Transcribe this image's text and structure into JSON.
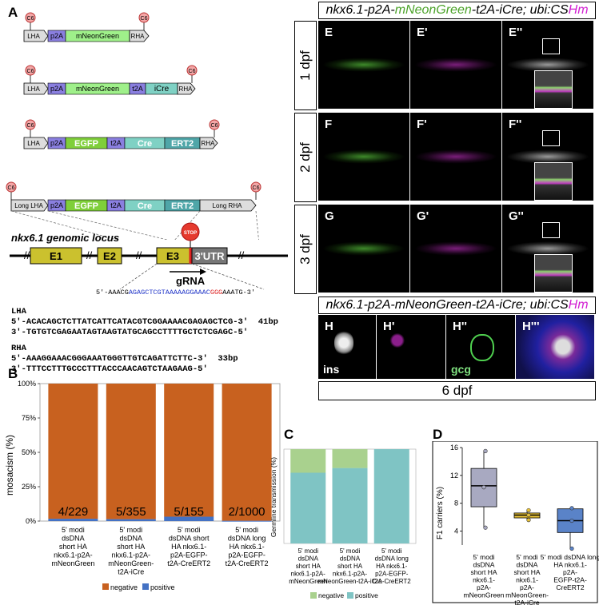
{
  "panels": {
    "A": "A",
    "B": "B",
    "C": "C",
    "D": "D"
  },
  "constructs": [
    {
      "segments": [
        "LHA",
        "p2A",
        "mNeonGreen",
        "RHA"
      ]
    },
    {
      "segments": [
        "LHA",
        "p2A",
        "mNeonGreen",
        "t2A",
        "iCre",
        "RHA"
      ]
    },
    {
      "segments": [
        "LHA",
        "p2A",
        "EGFP",
        "t2A",
        "Cre",
        "ERT2",
        "RHA"
      ]
    },
    {
      "segments": [
        "Long LHA",
        "p2A",
        "EGFP",
        "t2A",
        "Cre",
        "ERT2",
        "Long RHA"
      ]
    }
  ],
  "cap_label": "C6",
  "locus": {
    "title": "nkx6.1 genomic locus",
    "exons": [
      "E1",
      "E2",
      "E3",
      "3'UTR"
    ],
    "stop": "STOP",
    "grna": "gRNA",
    "seq_prefix": "5'-AAACG",
    "seq_blue": "AGAGCTCGTAAAAAGGAAAC",
    "seq_red": "GGG",
    "seq_suffix": "AAATG-3'"
  },
  "arms": {
    "lha_title": "LHA",
    "lha_line1": "5'-ACACAGCTCTTATCATTCATACGTCGGAAAACGAGAGCTCG-3'  41bp",
    "lha_line2": "3'-TGTGTCGAGAATAGTAAGTATGCAGCCTTTTGCTCTCGAGC-5'",
    "rha_title": "RHA",
    "rha_line1": "5'-AAAGGAAACGGGAAATGGGTTGTCAGATTCTTC-3'  33bp",
    "rha_line2": "3'-TTTCCTTTGCCCTTTACCCAACAGTCTAAGAAG-5'"
  },
  "imaging": {
    "title_top_pre": "nkx6.1-p2A-",
    "title_top_green": "mNeonGreen",
    "title_top_mid": "-t2A-iCre; ubi:CS",
    "title_top_mag": "Hm",
    "rows": [
      "1 dpf",
      "2 dpf",
      "3 dpf"
    ],
    "cols": [
      [
        "E",
        "E'",
        "E''"
      ],
      [
        "F",
        "F'",
        "F''"
      ],
      [
        "G",
        "G'",
        "G''"
      ]
    ],
    "title_bottom_pre": "nkx6.1-p2A-mNeonGreen-t2A-iCre; ubi:CS",
    "title_bottom_mag": "Hm",
    "h_labels": [
      "H",
      "H'",
      "H''",
      "H'''"
    ],
    "ins": "ins",
    "gcg": "gcg",
    "stage": "6 dpf"
  },
  "colors": {
    "orange": "#C8611F",
    "blue": "#4472C4",
    "lightgreen": "#A9D18E",
    "teal": "#7FC4C4",
    "grey": "#A8A9C1",
    "yellow": "#E7C23A",
    "boxblue": "#5A83C8"
  },
  "chart_data": [
    {
      "type": "bar",
      "stacked": true,
      "categories": [
        "5' modi dsDNA short HA nkx6.1-p2A-mNeonGreen",
        "5' modi dsDNA short HA nkx6.1-p2A-mNeonGreen-t2A-iCre",
        "5' modi dsDNA short HA nkx6.1-p2A-EGFP-t2A-CreERT2",
        "5' modi dsDNA long HA nkx6.1-p2A-EGFP-t2A-CreERT2"
      ],
      "cat_lines": [
        [
          "5' modi",
          "dsDNA",
          "short HA",
          "nkx6.1-p2A-",
          "mNeonGreen"
        ],
        [
          "5' modi",
          "dsDNA",
          "short HA",
          "nkx6.1-p2A-",
          "mNeonGreen-",
          "t2A-iCre"
        ],
        [
          "5' modi",
          "dsDNA short",
          "HA nkx6.1-",
          "p2A-EGFP-",
          "t2A-CreERT2"
        ],
        [
          "5' modi",
          "dsDNA long",
          "HA nkx6.1-",
          "p2A-EGFP-",
          "t2A-CreERT2"
        ]
      ],
      "series": [
        {
          "name": "negative",
          "values": [
            98.3,
            98.6,
            96.8,
            99.8
          ]
        },
        {
          "name": "positive",
          "values": [
            1.7,
            1.4,
            3.2,
            0.2
          ]
        }
      ],
      "bar_labels": [
        "4/229",
        "5/355",
        "5/155",
        "2/1000"
      ],
      "ylabel": "mosacism (%)",
      "yticks": [
        "0%",
        "25%",
        "50%",
        "75%",
        "100%"
      ],
      "ylim": [
        0,
        100
      ]
    },
    {
      "type": "bar",
      "stacked": true,
      "cat_lines": [
        [
          "5' modi",
          "dsDNA",
          "short HA",
          "nkx6.1-p2A-",
          "mNeonGreen"
        ],
        [
          "5' modi",
          "dsDNA",
          "short HA",
          "nkx6.1-p2A-",
          "mNeonGreen-t2A-iCre"
        ],
        [
          "5' modi",
          "dsDNA long",
          "HA nkx6.1-",
          "p2A-EGFP-",
          "t2A-CreERT2"
        ]
      ],
      "series": [
        {
          "name": "negative",
          "values": [
            25,
            20,
            0
          ]
        },
        {
          "name": "positive",
          "values": [
            75,
            80,
            100
          ]
        }
      ],
      "ylabel": "Germline transmission (%)",
      "ylim": [
        0,
        100
      ]
    },
    {
      "type": "box",
      "cat_lines": [
        [
          "5' modi",
          "dsDNA",
          "short HA",
          "nkx6.1-",
          "p2A-",
          "mNeonGreen"
        ],
        [
          "5' modi",
          "dsDNA",
          "short HA",
          "nkx6.1-",
          "p2A-",
          "mNeonGreen-",
          "t2A-iCre"
        ],
        [
          "5' modi dsDNA long",
          "HA nkx6.1-",
          "p2A-",
          "EGFP-t2A-",
          "CreERT2"
        ]
      ],
      "boxes": [
        {
          "min": 4.5,
          "q1": 7.5,
          "median": 10.5,
          "q3": 13,
          "max": 15.5,
          "mean": 10.3,
          "points": [
            15.5,
            4.5,
            10.3
          ]
        },
        {
          "min": 5.6,
          "q1": 5.9,
          "median": 6.3,
          "q3": 6.6,
          "max": 7.0,
          "mean": 6.2,
          "points": [
            7.0,
            6.3,
            5.6
          ]
        },
        {
          "min": 1.5,
          "q1": 3.8,
          "median": 5.5,
          "q3": 7.2,
          "max": 7.3,
          "mean": 5.3,
          "points": [
            7.3,
            1.5,
            5.5
          ]
        }
      ],
      "ylabel": "F1 carriers (%)",
      "yticks": [
        "4",
        "8",
        "12",
        "16"
      ],
      "ylim": [
        2,
        16
      ]
    }
  ],
  "legend": {
    "negative": "negative",
    "positive": "positive"
  }
}
